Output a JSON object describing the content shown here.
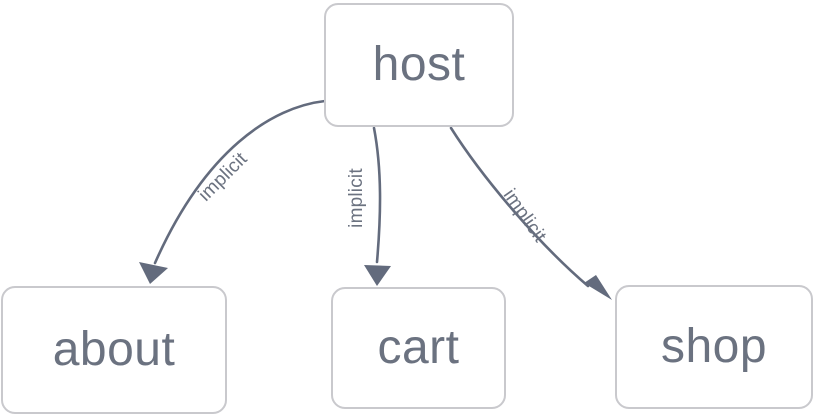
{
  "diagram": {
    "type": "directed-graph",
    "title": "",
    "colors": {
      "node_border": "#c9c9cd",
      "node_fill": "#ffffff",
      "text": "#6b7280",
      "edge": "#636b7d",
      "background": "#ffffff"
    },
    "nodes": [
      {
        "id": "host",
        "label": "host"
      },
      {
        "id": "about",
        "label": "about"
      },
      {
        "id": "cart",
        "label": "cart"
      },
      {
        "id": "shop",
        "label": "shop"
      }
    ],
    "edges": [
      {
        "from": "host",
        "to": "about",
        "label": "implicit",
        "direction": "forward"
      },
      {
        "from": "host",
        "to": "cart",
        "label": "implicit",
        "direction": "forward"
      },
      {
        "from": "host",
        "to": "shop",
        "label": "implicit",
        "direction": "forward"
      }
    ]
  }
}
